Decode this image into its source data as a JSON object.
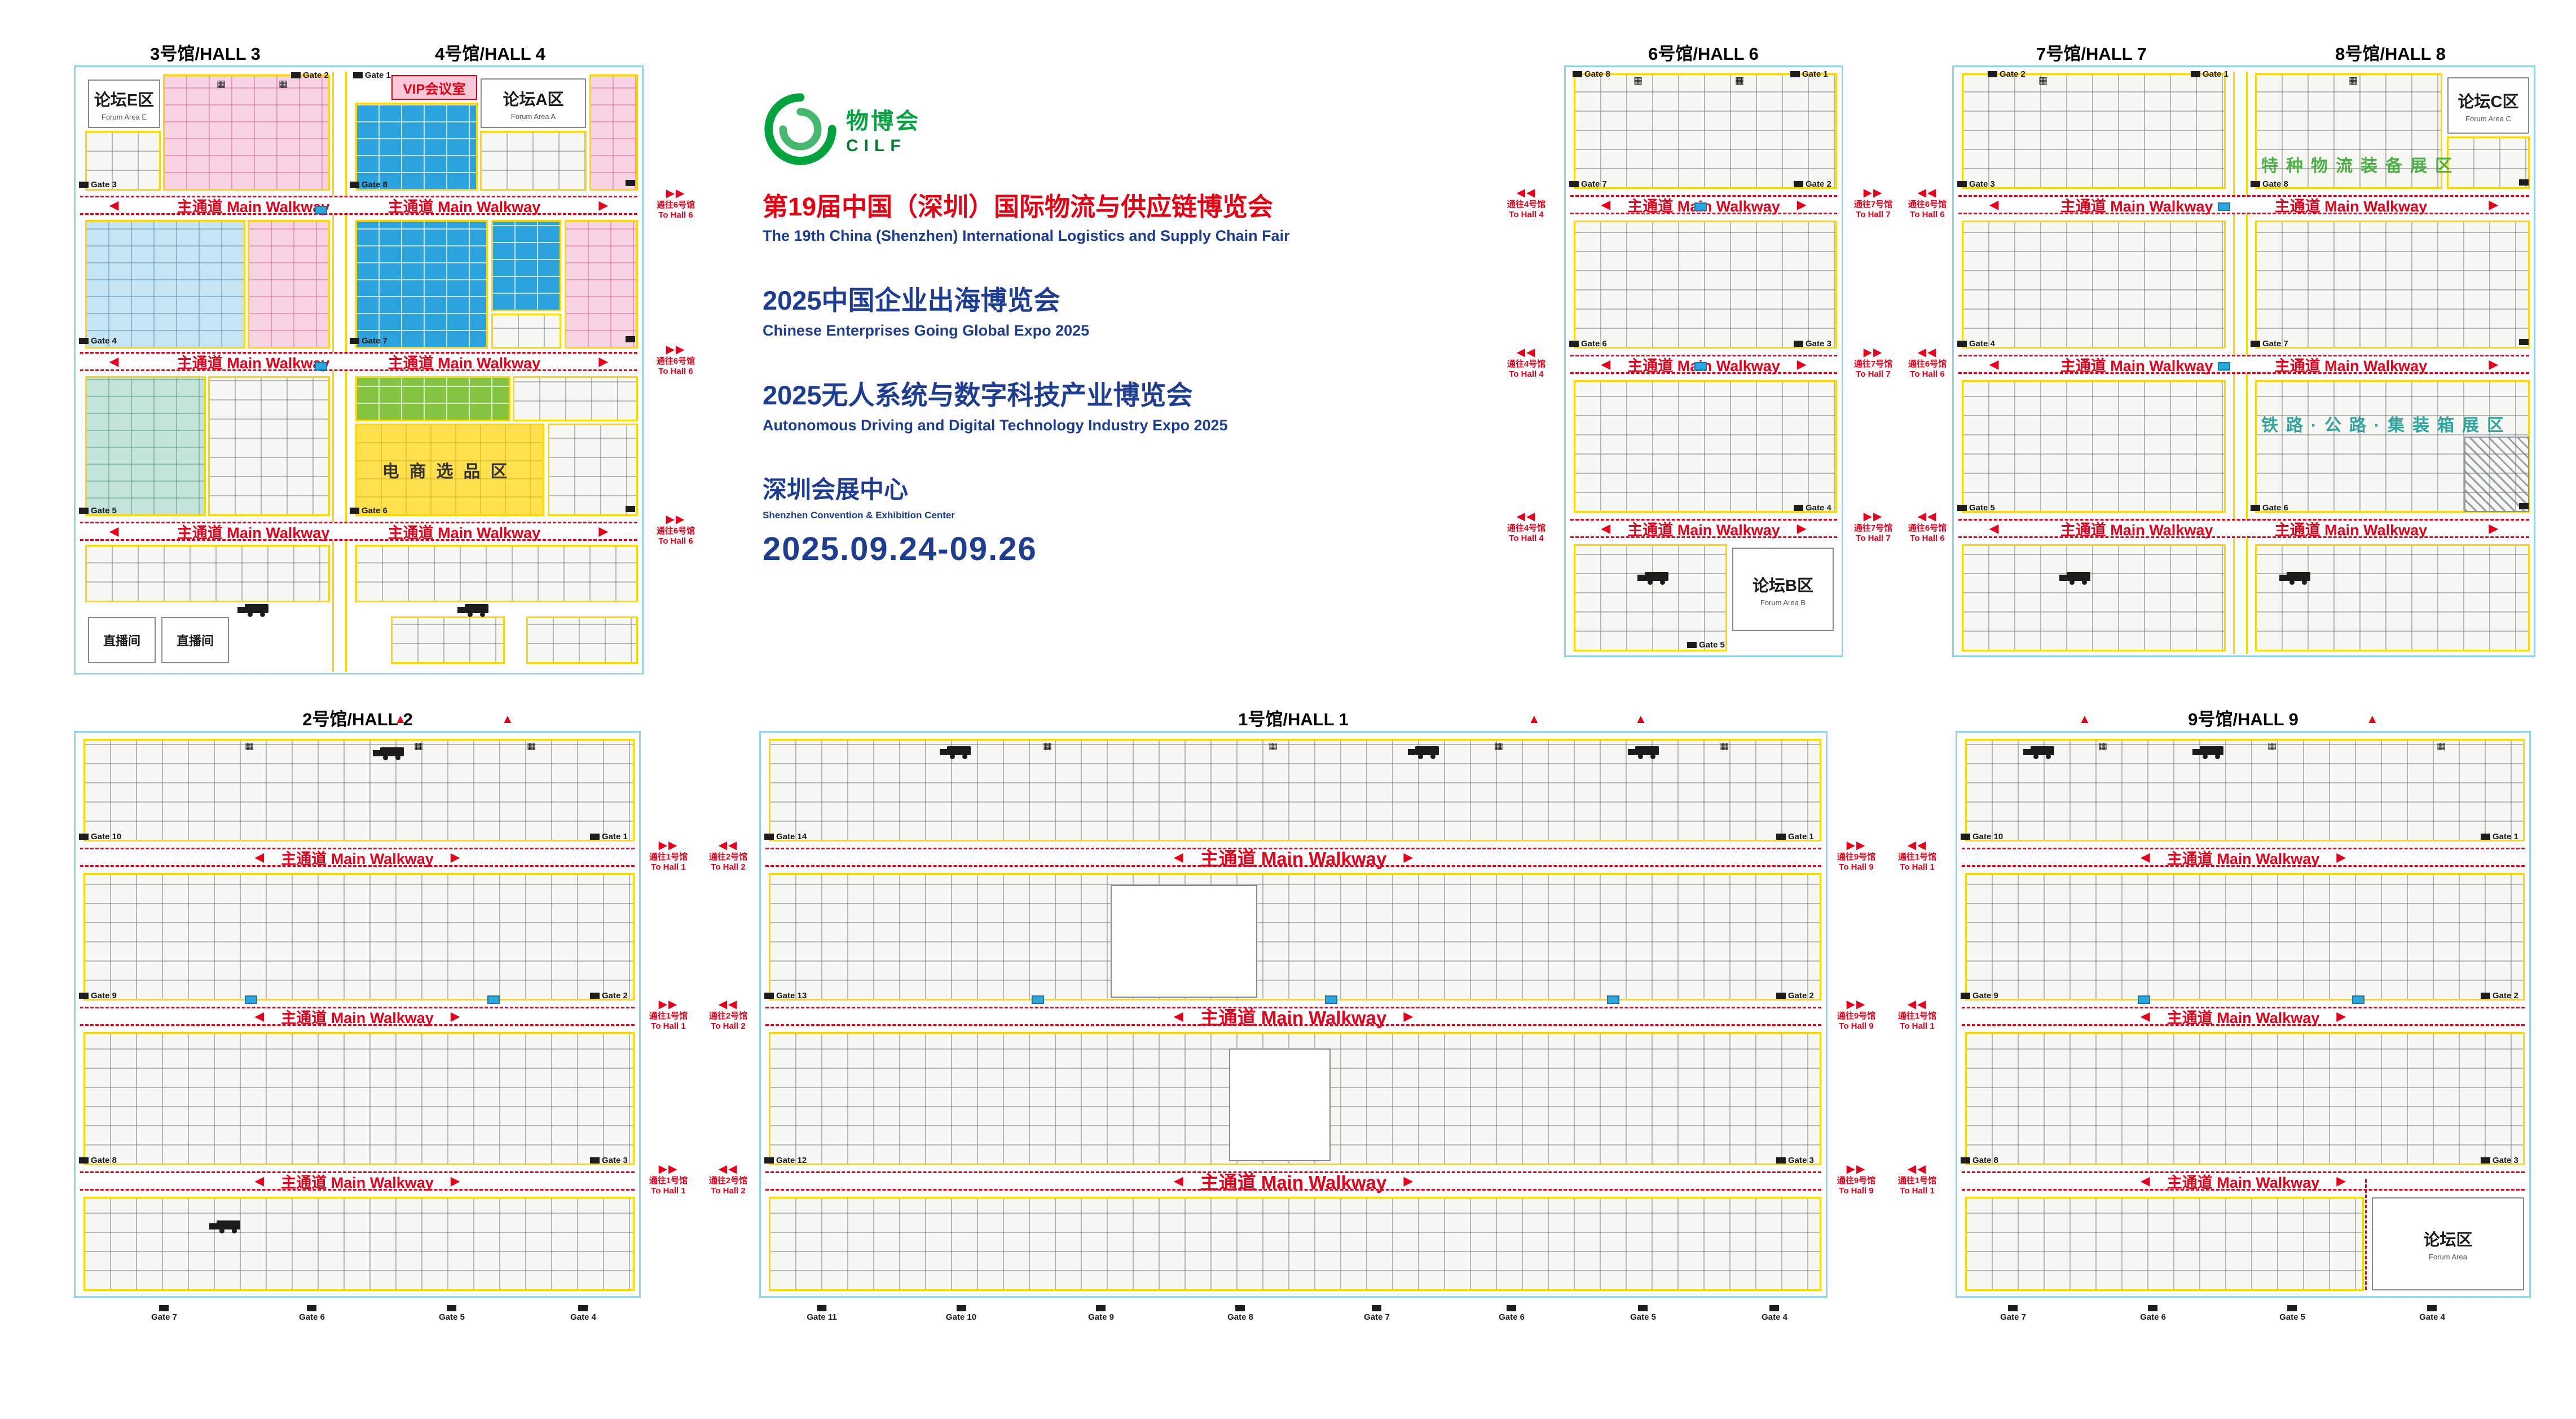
{
  "event": {
    "logo_cn": "物博会",
    "logo_text": "CILF",
    "fair_title_cn": "第19届中国（深圳）国际物流与供应链博览会",
    "fair_title_en": "The 19th China (Shenzhen) International Logistics and Supply Chain Fair",
    "expo2_title_cn": "2025中国企业出海博览会",
    "expo2_title_en": "Chinese Enterprises Going Global Expo 2025",
    "expo3_title_cn": "2025无人系统与数字科技产业博览会",
    "expo3_title_en": "Autonomous Driving and Digital Technology Industry Expo 2025",
    "venue_cn": "深圳会展中心",
    "venue_en": "Shenzhen Convention & Exhibition Center",
    "dates": "2025.09.24-09.26"
  },
  "colors": {
    "accent_red": "#e60012",
    "walkway_red": "#e8001b",
    "brand_blue": "#1c3d91",
    "hall_border_blue": "#92d4ec",
    "aisle_yellow": "#ffd800",
    "logo_green": "#00a33e"
  },
  "labels": {
    "main_walkway": "主通道 Main Walkway",
    "vip_room": "VIP会议室",
    "ecommerce_zone": "电商选品区",
    "live_room": "直播间",
    "forum_e": "论坛E区",
    "forum_e_en": "Forum Area E",
    "forum_a": "论坛A区",
    "forum_a_en": "Forum Area A",
    "forum_b": "论坛B区",
    "forum_b_en": "Forum Area B",
    "forum_c": "论坛C区",
    "forum_c_en": "Forum Area C",
    "forum_9": "论坛区",
    "forum_9_en": "Forum Area",
    "zone_special_equipment": "特种物流装备展区",
    "zone_rail_road_container": "铁路·公路·集装箱展区"
  },
  "halls": {
    "hall1": {
      "title": "1号馆/HALL 1"
    },
    "hall2": {
      "title": "2号馆/HALL 2"
    },
    "hall3": {
      "title": "3号馆/HALL 3"
    },
    "hall4": {
      "title": "4号馆/HALL 4"
    },
    "hall6": {
      "title": "6号馆/HALL 6"
    },
    "hall7": {
      "title": "7号馆/HALL 7"
    },
    "hall8": {
      "title": "8号馆/HALL 8"
    },
    "hall9": {
      "title": "9号馆/HALL 9"
    }
  },
  "gates": {
    "hall34": {
      "top_left": "Gate 2",
      "top_right": "Gate 1",
      "left": [
        "Gate 3",
        "Gate 4",
        "Gate 5"
      ],
      "middle": [
        "Gate 8",
        "Gate 7",
        "Gate 6"
      ]
    },
    "hall6": {
      "top_left": "Gate 8",
      "top_right": "Gate 1",
      "left": [
        "Gate 7",
        "Gate 6"
      ],
      "right": [
        "Gate 2",
        "Gate 3",
        "Gate 4"
      ],
      "bottom": [
        "Gate 5"
      ]
    },
    "hall78": {
      "top_left": "Gate 2",
      "top_right": "Gate 1",
      "left": [
        "Gate 3",
        "Gate 4",
        "Gate 5"
      ],
      "middle": [
        "Gate 8",
        "Gate 7",
        "Gate 6"
      ]
    },
    "hall2": {
      "left": [
        "Gate 10",
        "Gate 9",
        "Gate 8"
      ],
      "right": [
        "Gate 1",
        "Gate 2",
        "Gate 3"
      ],
      "bottom": [
        "Gate 7",
        "Gate 6",
        "Gate 5",
        "Gate 4"
      ]
    },
    "hall1": {
      "left": [
        "Gate 14",
        "Gate 13",
        "Gate 12"
      ],
      "right": [
        "Gate 1",
        "Gate 2",
        "Gate 3"
      ],
      "bottom": [
        "Gate 11",
        "Gate 10",
        "Gate 9",
        "Gate 8",
        "Gate 7",
        "Gate 6",
        "Gate 5",
        "Gate 4"
      ]
    },
    "hall9": {
      "left": [
        "Gate 10",
        "Gate 9",
        "Gate 8"
      ],
      "right": [
        "Gate 1",
        "Gate 2",
        "Gate 3"
      ],
      "bottom": [
        "Gate 7",
        "Gate 6",
        "Gate 5",
        "Gate 4"
      ]
    }
  },
  "connectors": {
    "hall1": {
      "cn": "通往1号馆",
      "en": "To Hall 1"
    },
    "hall2": {
      "cn": "通往2号馆",
      "en": "To Hall 2"
    },
    "hall4": {
      "cn": "通往4号馆",
      "en": "To Hall 4"
    },
    "hall6": {
      "cn": "通往6号馆",
      "en": "To Hall 6"
    },
    "hall7": {
      "cn": "通往7号馆",
      "en": "To Hall 7"
    },
    "hall9": {
      "cn": "通往9号馆",
      "en": "To Hall 9"
    }
  }
}
